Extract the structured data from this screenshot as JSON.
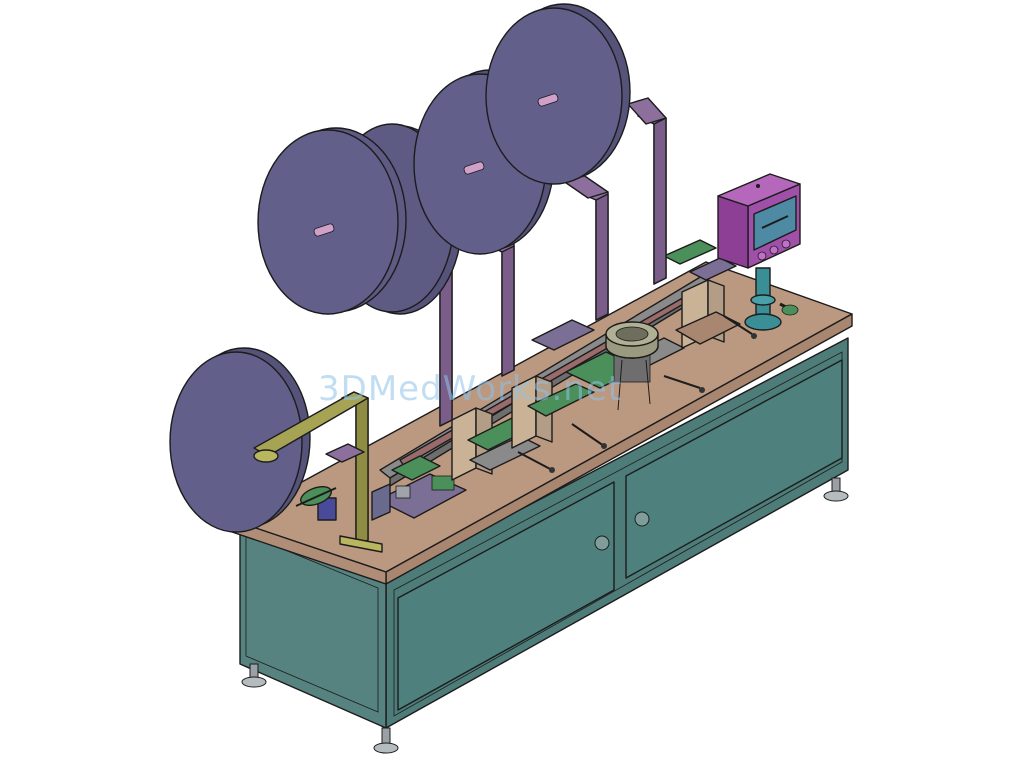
{
  "watermark": "3DMedWorks.net",
  "colors": {
    "cabinet_front": "#4d7c79",
    "cabinet_side": "#56827f",
    "tabletop": "#bb9880",
    "reel": "#5d5a83",
    "stand": "#8c6f9c",
    "control_box": "#a050a8",
    "screen": "#4e8aa4",
    "yellow_arm": "#a6a454",
    "rail": "#8a8a8a",
    "green_parts": "#4b8f5a",
    "feeder_bowl": "#8a8a6e",
    "teal_column": "#3a8e96"
  },
  "parts": {
    "reels": 5,
    "cabinet_doors": 2,
    "leveling_feet": 4
  }
}
